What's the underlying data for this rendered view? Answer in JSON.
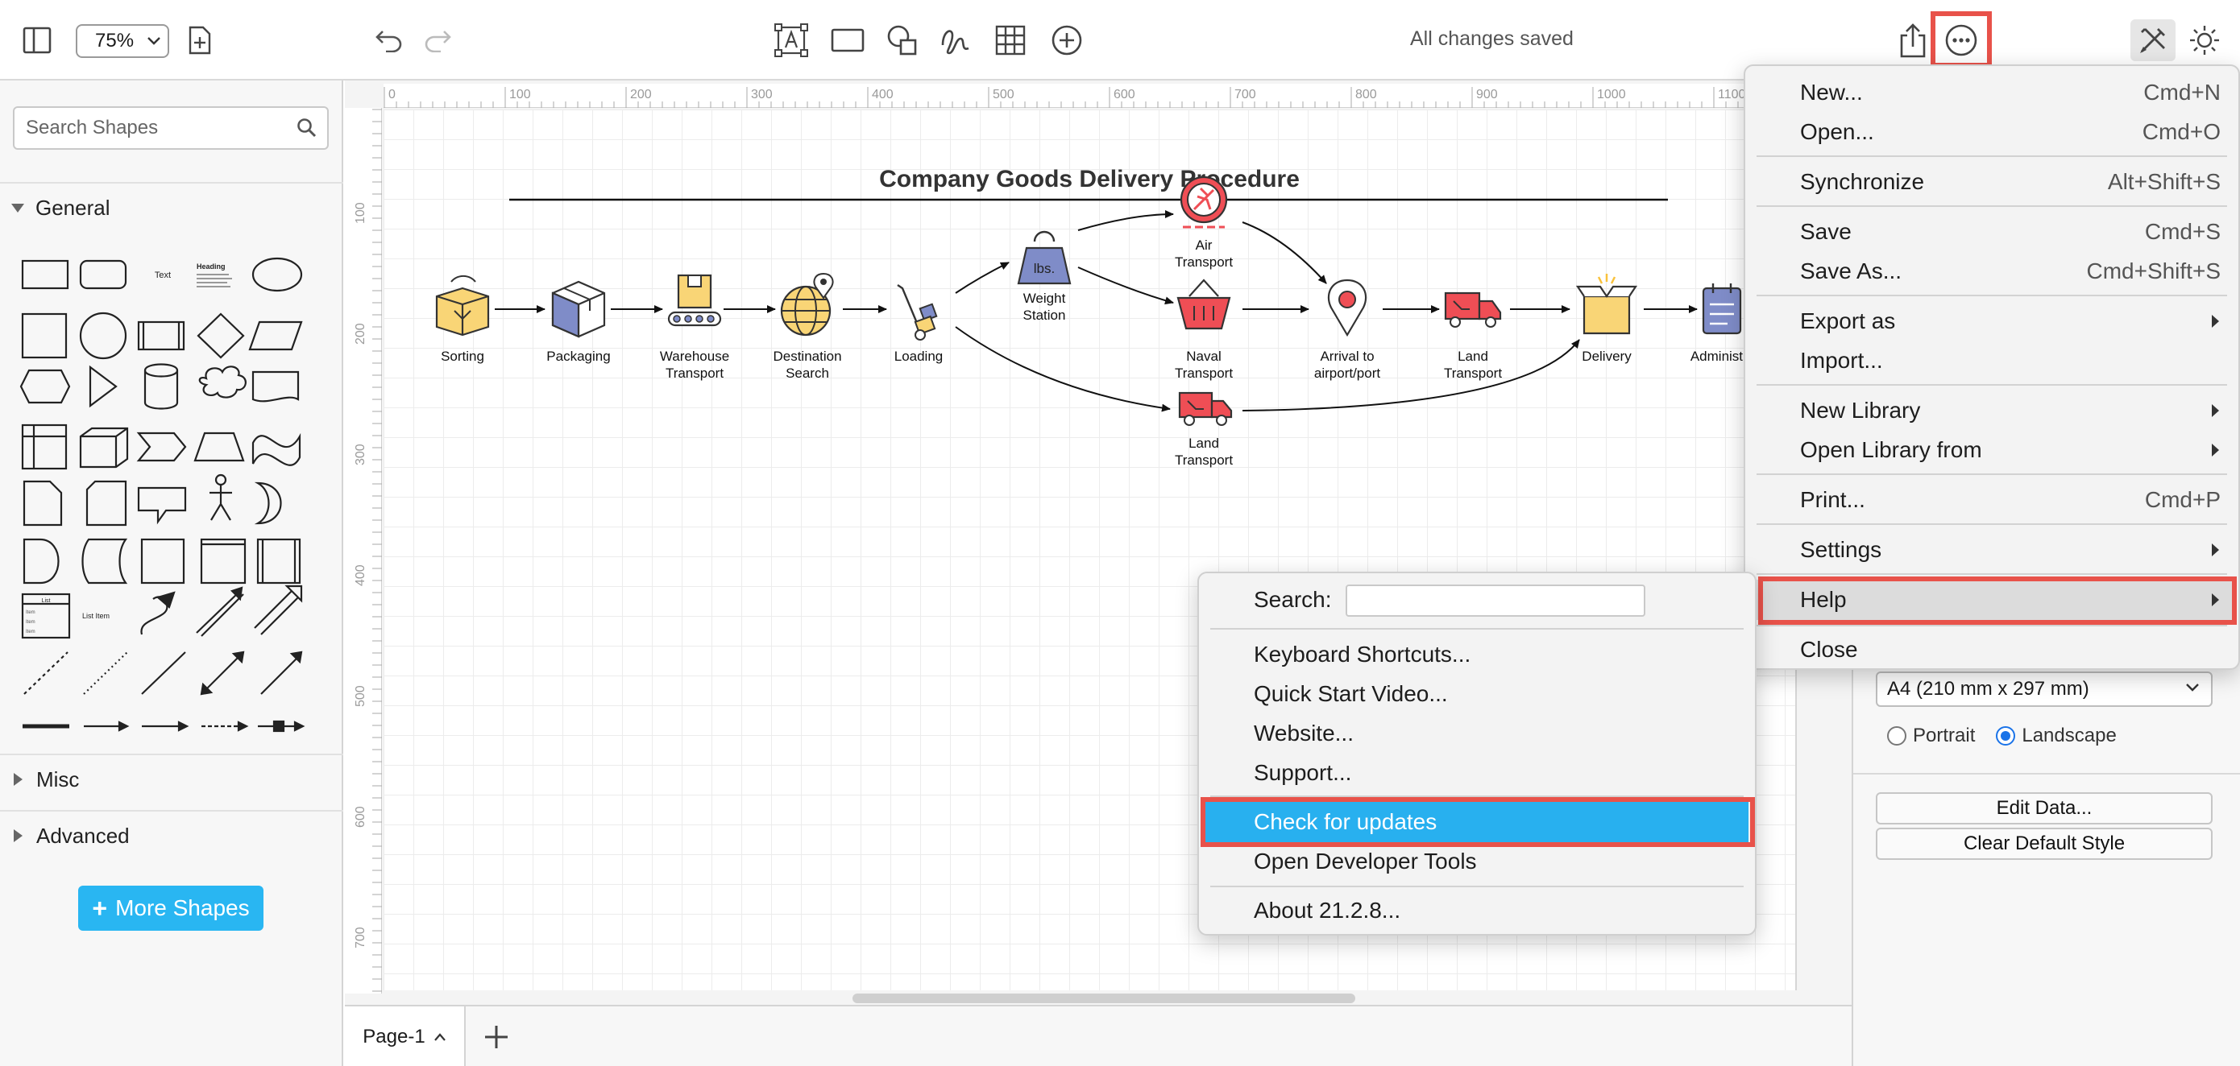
{
  "toolbar": {
    "zoom": "75%",
    "status": "All changes saved"
  },
  "sidebar": {
    "search_placeholder": "Search Shapes",
    "sections": {
      "general": "General",
      "misc": "Misc",
      "advanced": "Advanced"
    },
    "shape_text": "Text",
    "shape_heading": "Heading",
    "shape_list": "List",
    "shape_list_item": "List Item",
    "shape_item": "Item",
    "more_shapes": "More Shapes"
  },
  "diagram": {
    "title": "Company Goods Delivery Procedure",
    "nodes": [
      {
        "id": "sorting",
        "label": [
          "Sorting"
        ]
      },
      {
        "id": "packaging",
        "label": [
          "Packaging"
        ]
      },
      {
        "id": "warehouse",
        "label": [
          "Warehouse",
          "Transport"
        ]
      },
      {
        "id": "destination",
        "label": [
          "Destination",
          "Search"
        ]
      },
      {
        "id": "loading",
        "label": [
          "Loading"
        ]
      },
      {
        "id": "weight",
        "label": [
          "Weight",
          "Station"
        ]
      },
      {
        "id": "air",
        "label": [
          "Air",
          "Transport"
        ]
      },
      {
        "id": "naval",
        "label": [
          "Naval",
          "Transport"
        ]
      },
      {
        "id": "land2",
        "label": [
          "Land",
          "Transport"
        ]
      },
      {
        "id": "arrival",
        "label": [
          "Arrival to",
          "airport/port"
        ]
      },
      {
        "id": "land",
        "label": [
          "Land",
          "Transport"
        ]
      },
      {
        "id": "delivery",
        "label": [
          "Delivery"
        ]
      },
      {
        "id": "admin",
        "label": [
          "Administra"
        ]
      }
    ],
    "weight_icon_text": "lbs."
  },
  "rulers": {
    "top": [
      "0",
      "100",
      "200",
      "300",
      "400",
      "500",
      "600",
      "700",
      "800",
      "900",
      "1000",
      "1100"
    ],
    "left": [
      "100",
      "200",
      "300",
      "400",
      "500",
      "600",
      "700"
    ]
  },
  "pages": {
    "tab": "Page-1"
  },
  "right_panel": {
    "paper_size": "A4 (210 mm x 297 mm)",
    "portrait": "Portrait",
    "landscape": "Landscape",
    "edit_data": "Edit Data...",
    "clear_style": "Clear Default Style"
  },
  "menu": {
    "items": [
      {
        "label": "New...",
        "shortcut": "Cmd+N"
      },
      {
        "label": "Open...",
        "shortcut": "Cmd+O"
      },
      {
        "label": "Synchronize",
        "shortcut": "Alt+Shift+S"
      },
      {
        "label": "Save",
        "shortcut": "Cmd+S"
      },
      {
        "label": "Save As...",
        "shortcut": "Cmd+Shift+S"
      },
      {
        "label": "Export as",
        "shortcut": ""
      },
      {
        "label": "Import...",
        "shortcut": ""
      },
      {
        "label": "New Library",
        "shortcut": ""
      },
      {
        "label": "Open Library from",
        "shortcut": ""
      },
      {
        "label": "Print...",
        "shortcut": "Cmd+P"
      },
      {
        "label": "Settings",
        "shortcut": ""
      },
      {
        "label": "Help",
        "shortcut": ""
      },
      {
        "label": "Close",
        "shortcut": ""
      }
    ]
  },
  "help_menu": {
    "search_label": "Search:",
    "items": [
      "Keyboard Shortcuts...",
      "Quick Start Video...",
      "Website...",
      "Support...",
      "Check for updates",
      "Open Developer Tools",
      "About 21.2.8..."
    ]
  },
  "colors": {
    "highlight_box": "#e8524a",
    "menu_highlight": "#28b0ef",
    "button_blue": "#29b6f2"
  }
}
